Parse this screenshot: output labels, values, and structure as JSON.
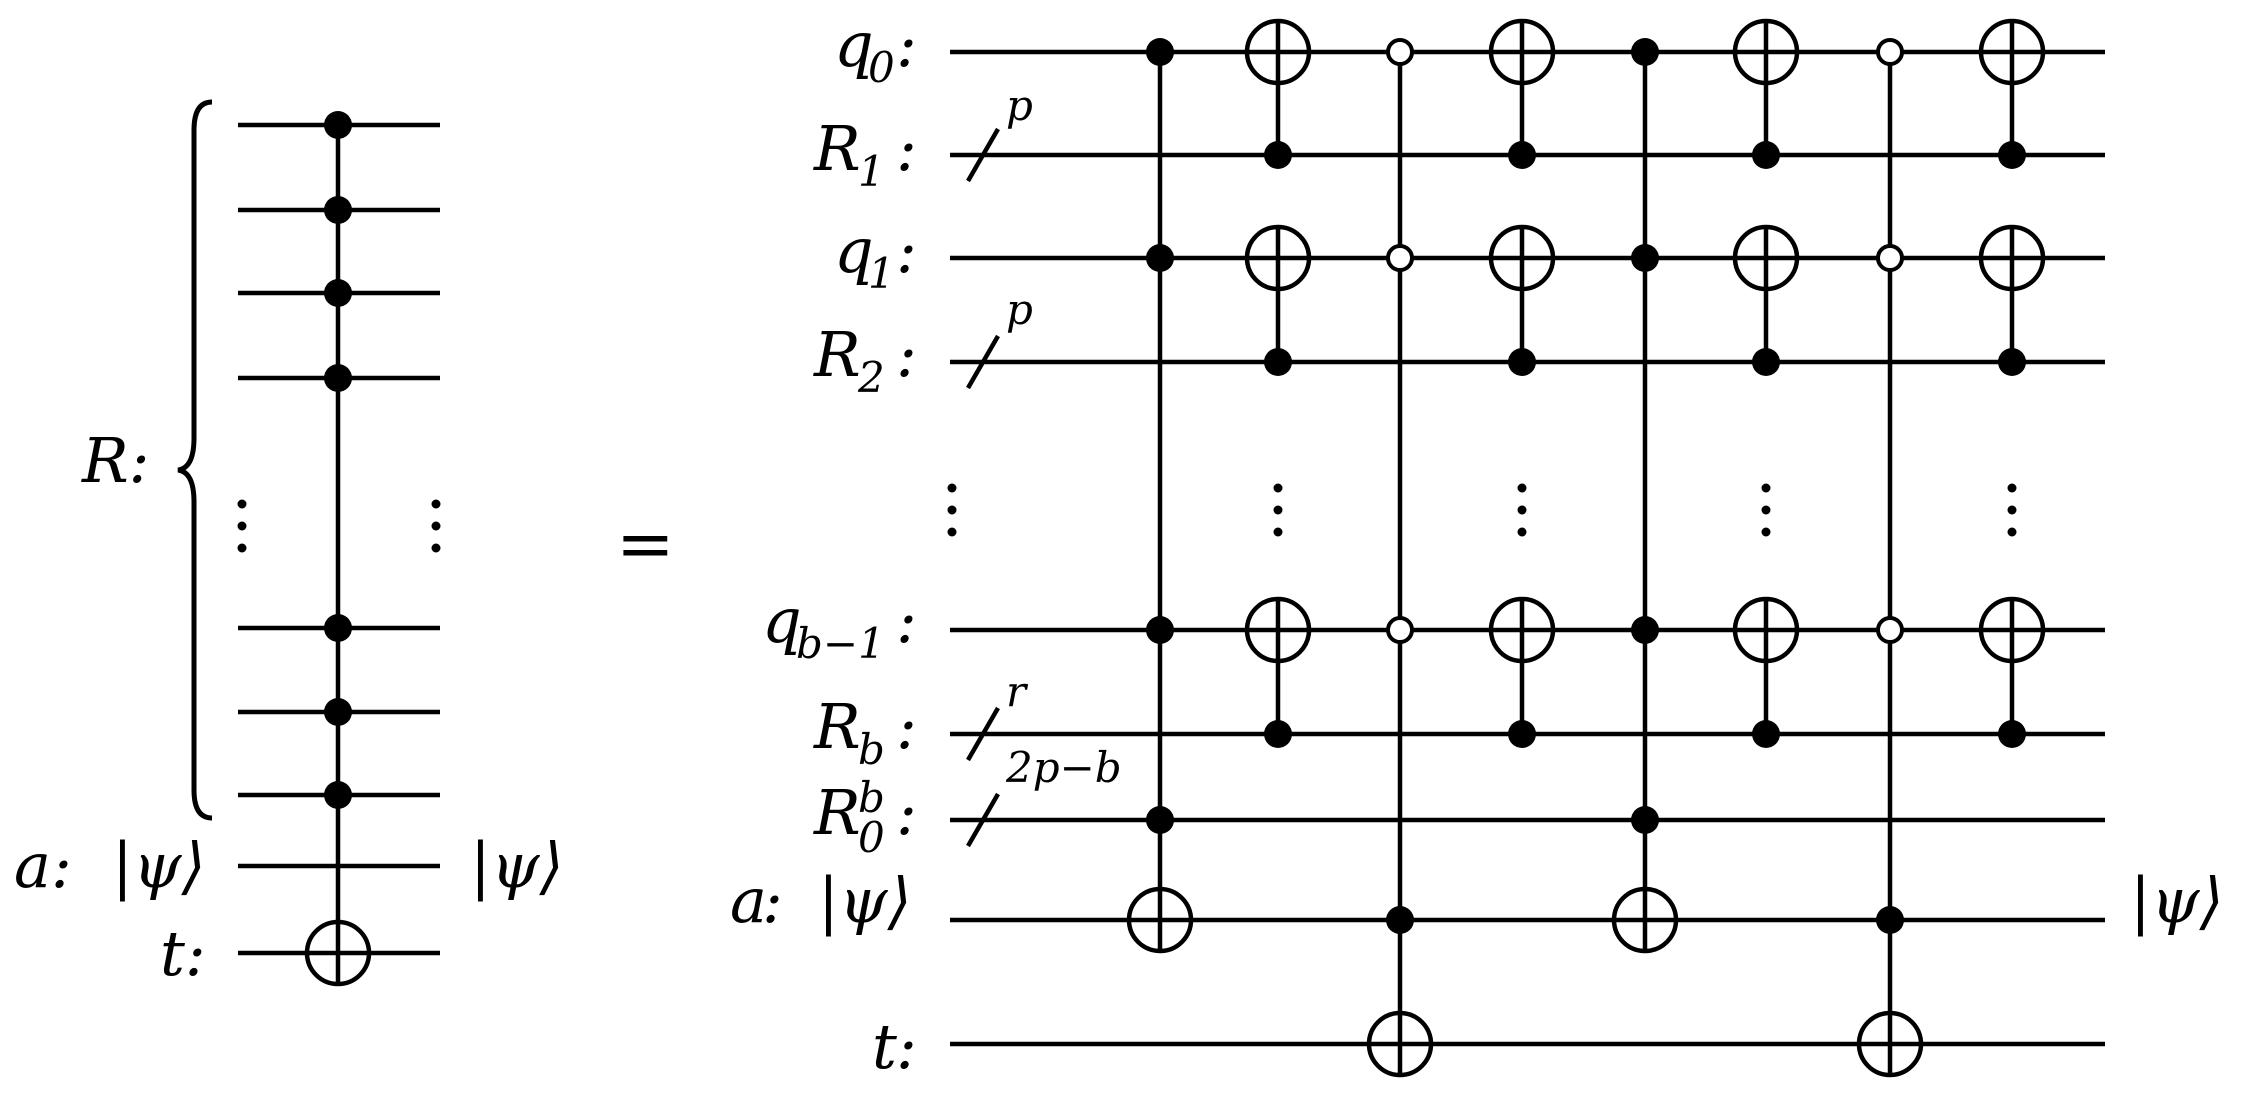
{
  "diagram": {
    "colors": {
      "ink": "#000000",
      "background": "#ffffff"
    },
    "left_circuit": {
      "register_label": "R:",
      "ancilla_label": "a:",
      "ancilla_input": "|ψ⟩",
      "ancilla_output": "|ψ⟩",
      "target_label": "t:"
    },
    "equals_sign": "=",
    "right_circuit": {
      "wires": [
        {
          "key": "q0",
          "main": "q",
          "sub": "0",
          "sup": "",
          "colon": ":"
        },
        {
          "key": "R1",
          "main": "R",
          "sub": "1",
          "sup": "",
          "colon": ":"
        },
        {
          "key": "q1",
          "main": "q",
          "sub": "1",
          "sup": "",
          "colon": ":"
        },
        {
          "key": "R2",
          "main": "R",
          "sub": "2",
          "sup": "",
          "colon": ":"
        },
        {
          "key": "qb1",
          "main": "q",
          "sub": "b−1",
          "sup": "",
          "colon": ":"
        },
        {
          "key": "Rb",
          "main": "R",
          "sub": "b",
          "sup": "",
          "colon": ":"
        },
        {
          "key": "R0b",
          "main": "R",
          "sub": "0",
          "sup": "b",
          "colon": ":"
        },
        {
          "key": "a",
          "main": "a",
          "sub": "",
          "sup": "",
          "colon": ":"
        },
        {
          "key": "t",
          "main": "t",
          "sub": "",
          "sup": "",
          "colon": ":"
        }
      ],
      "ancilla_input": "|ψ⟩",
      "ancilla_output": "|ψ⟩",
      "bundle_labels": {
        "R1": "p",
        "R2": "p",
        "Rb": "r",
        "R0b": "2p−b"
      }
    }
  }
}
